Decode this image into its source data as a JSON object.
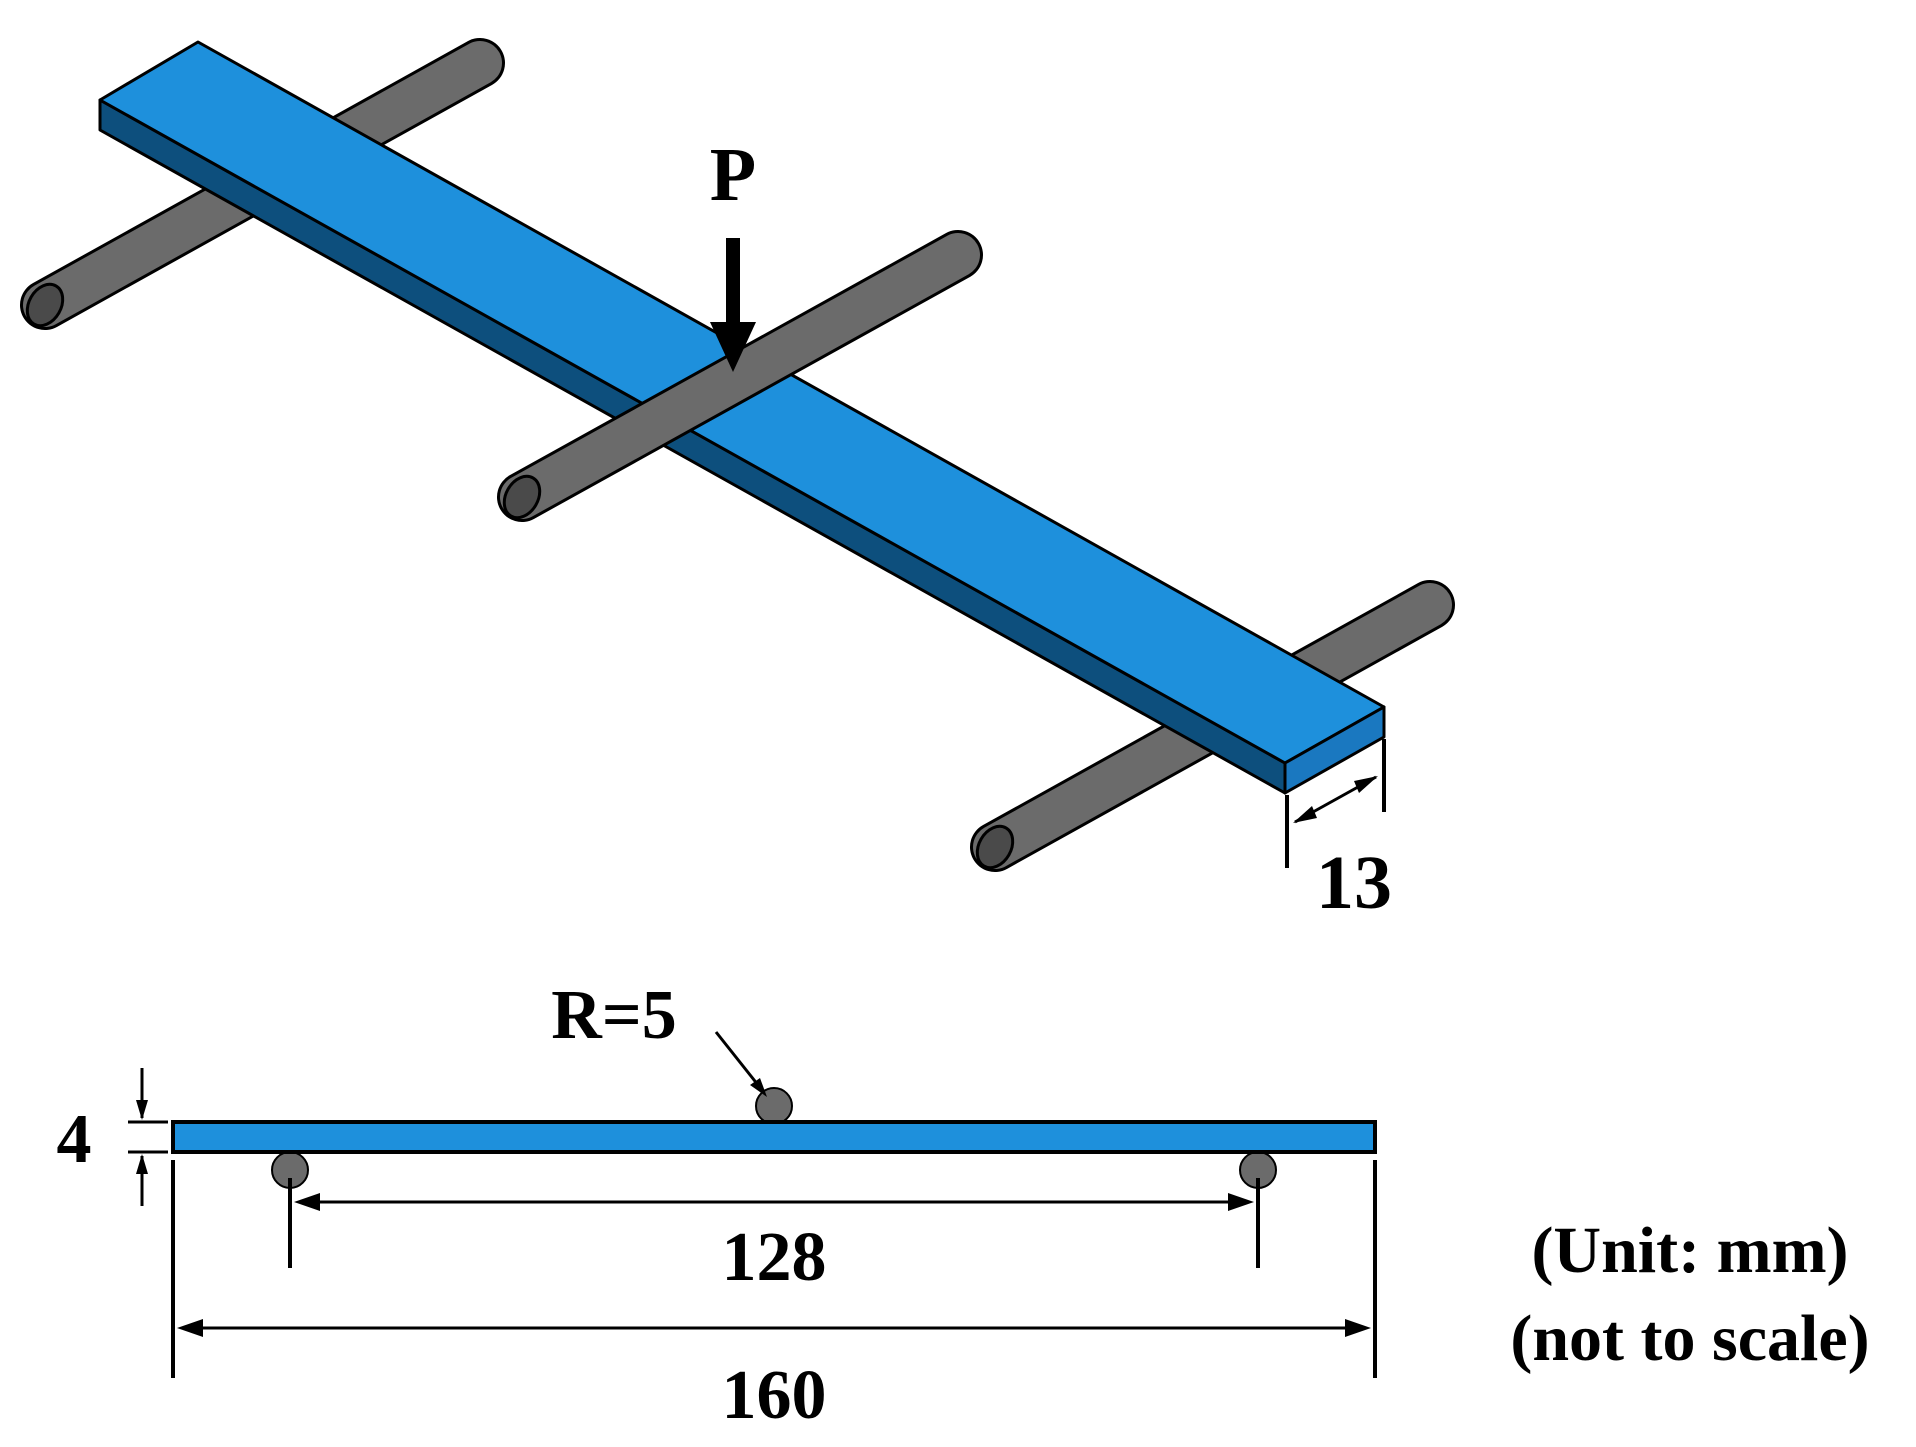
{
  "labels": {
    "load": "P",
    "width": "13",
    "radius": "R=5",
    "thickness": "4",
    "span": "128",
    "length": "160",
    "unit": "(Unit: mm)",
    "scale_note": "(not to scale)"
  },
  "colors": {
    "beam_top": "#1e90dc",
    "beam_side": "#0d4f7d",
    "beam_front": "#1a78c0",
    "rod": "#6b6b6b",
    "rod_end": "#4a4a4a",
    "outline": "#000000"
  }
}
